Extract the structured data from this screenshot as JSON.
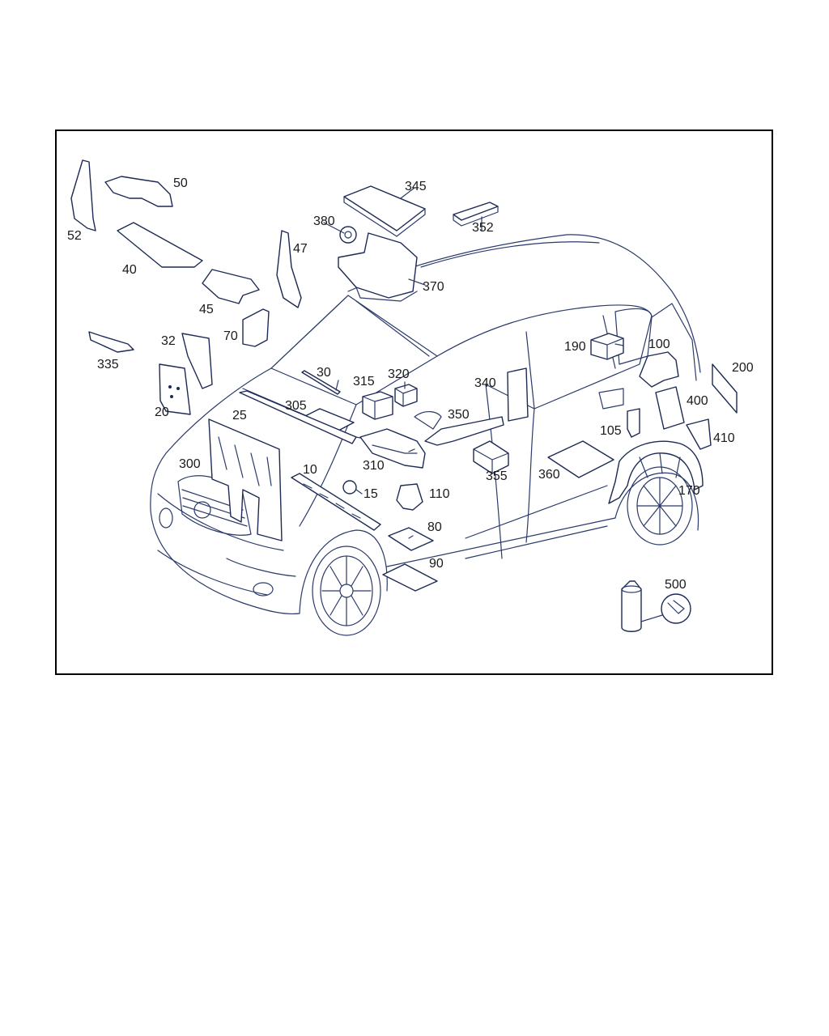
{
  "colors": {
    "line": "#2a3a6a",
    "part": "#1c2a55",
    "frame": "#000000"
  },
  "callouts": [
    {
      "id": "52",
      "text": "52"
    },
    {
      "id": "50",
      "text": "50"
    },
    {
      "id": "40",
      "text": "40"
    },
    {
      "id": "45",
      "text": "45"
    },
    {
      "id": "345",
      "text": "345"
    },
    {
      "id": "380",
      "text": "380"
    },
    {
      "id": "352",
      "text": "352"
    },
    {
      "id": "47",
      "text": "47"
    },
    {
      "id": "370",
      "text": "370"
    },
    {
      "id": "70",
      "text": "70"
    },
    {
      "id": "32",
      "text": "32"
    },
    {
      "id": "335",
      "text": "335"
    },
    {
      "id": "20",
      "text": "20"
    },
    {
      "id": "30",
      "text": "30"
    },
    {
      "id": "315",
      "text": "315"
    },
    {
      "id": "320",
      "text": "320"
    },
    {
      "id": "340",
      "text": "340"
    },
    {
      "id": "190",
      "text": "190"
    },
    {
      "id": "100",
      "text": "100"
    },
    {
      "id": "200",
      "text": "200"
    },
    {
      "id": "400",
      "text": "400"
    },
    {
      "id": "25",
      "text": "25"
    },
    {
      "id": "305",
      "text": "305"
    },
    {
      "id": "350",
      "text": "350"
    },
    {
      "id": "105",
      "text": "105"
    },
    {
      "id": "410",
      "text": "410"
    },
    {
      "id": "300",
      "text": "300"
    },
    {
      "id": "310",
      "text": "310"
    },
    {
      "id": "10",
      "text": "10"
    },
    {
      "id": "15",
      "text": "15"
    },
    {
      "id": "110",
      "text": "110"
    },
    {
      "id": "355",
      "text": "355"
    },
    {
      "id": "360",
      "text": "360"
    },
    {
      "id": "170",
      "text": "170"
    },
    {
      "id": "80",
      "text": "80"
    },
    {
      "id": "90",
      "text": "90"
    },
    {
      "id": "500",
      "text": "500"
    }
  ]
}
